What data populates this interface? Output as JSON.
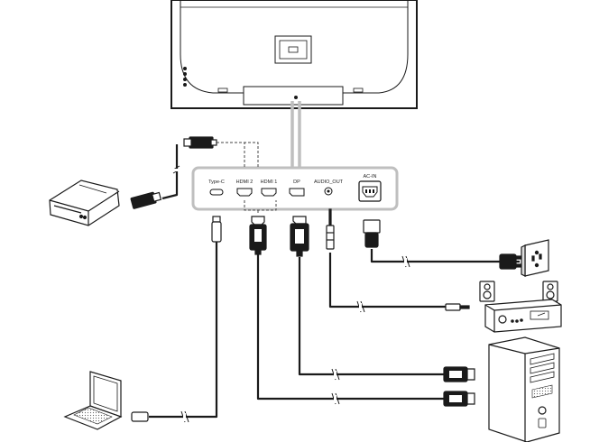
{
  "panel": {
    "ports": [
      {
        "id": "type-c",
        "label": "Type-C"
      },
      {
        "id": "hdmi2",
        "label": "HDMI 2"
      },
      {
        "id": "hdmi1",
        "label": "HDMI 1"
      },
      {
        "id": "dp",
        "label": "DP"
      },
      {
        "id": "audio",
        "label": "AUDIO_OUT"
      },
      {
        "id": "ac",
        "label": "AC-IN"
      }
    ]
  },
  "devices": {
    "monitor": "monitor-rear",
    "dvd_player": "dvd-player",
    "laptop": "laptop",
    "power_outlet": "wall-outlet",
    "speakers": "stereo-amplifier",
    "pc": "desktop-tower"
  },
  "colors": {
    "line": "#1a1a1a",
    "panel_outline": "#bfbfbf",
    "fill": "#ffffff"
  }
}
